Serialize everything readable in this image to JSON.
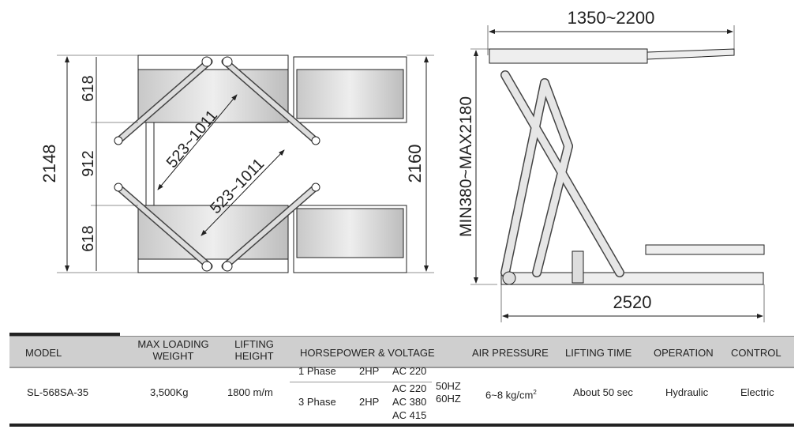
{
  "top_view": {
    "dim_total_left": "2148",
    "dim_top": "618",
    "dim_middle": "912",
    "dim_bottom": "618",
    "dim_total_right": "2160",
    "dim_diag_1": "523~1011",
    "dim_diag_2": "523~1011"
  },
  "side_view": {
    "dim_width": "1350~2200",
    "dim_height": "MIN380~MAX2180",
    "dim_length": "2520"
  },
  "spec_table": {
    "headers": {
      "model": "MODEL",
      "max_loading_1": "MAX LOADING",
      "max_loading_2": "WEIGHT",
      "lifting_1": "LIFTING",
      "lifting_2": "HEIGHT",
      "hp_voltage": "HORSEPOWER & VOLTAGE",
      "air_pressure": "AIR PRESSURE",
      "lifting_time": "LIFTING TIME",
      "operation": "OPERATION",
      "control": "CONTROL"
    },
    "row": {
      "model": "SL-568SA-35",
      "weight": "3,500Kg",
      "height": "1800 m/m",
      "phase1": "1 Phase",
      "phase1_hp": "2HP",
      "phase1_v": "AC 220",
      "phase3": "3 Phase",
      "phase3_hp": "2HP",
      "phase3_v1": "AC 220",
      "phase3_v2": "AC 380",
      "phase3_v3": "AC 415",
      "hz1": "50HZ",
      "hz2": "60HZ",
      "air_pressure": "6~8 kg/cm",
      "air_sup": "2",
      "lifting_time": "About 50 sec",
      "operation": "Hydraulic",
      "control": "Electric"
    }
  }
}
